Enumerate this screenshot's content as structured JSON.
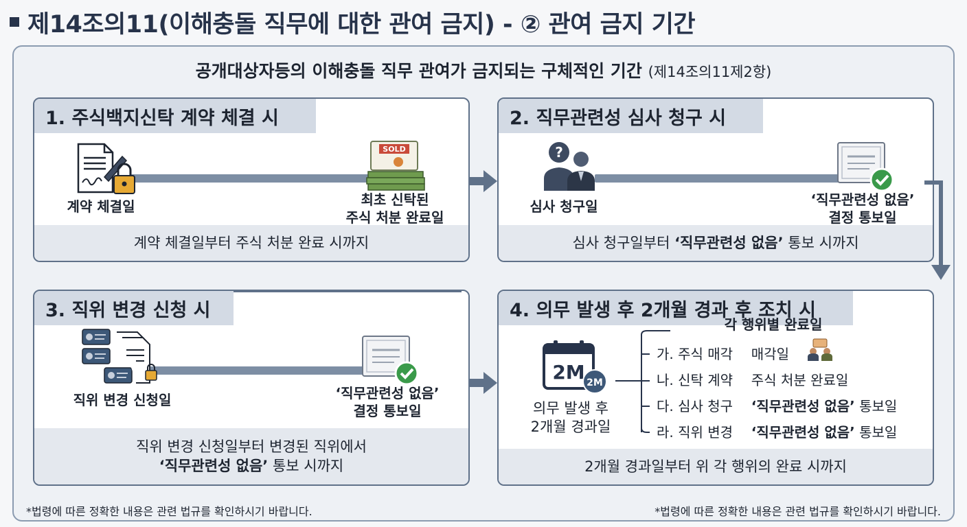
{
  "header": {
    "title": "제14조의11(이해충돌 직무에 대한 관여 금지) - ② 관여 금지 기간"
  },
  "main": {
    "subtitle": "공개대상자등의 이해충돌 직무 관여가 금지되는 구체적인 기간",
    "subtitle_ref": "(제14조의11제2항)"
  },
  "cards": [
    {
      "heading": "1. 주식백지신탁 계약 체결 시",
      "start_label": "계약 체결일",
      "end_label_1": "최초 신탁된",
      "end_label_2": "주식 처분 완료일",
      "start_icon": "contract-lock-icon",
      "end_icon": "sold-money-icon",
      "sold_text": "SOLD",
      "summary": "계약 체결일부터 주식 처분 완료 시까지"
    },
    {
      "heading": "2. 직무관련성 심사 청구 시",
      "start_label": "심사 청구일",
      "end_label_1": "‘직무관련성 없음’",
      "end_label_2": "결정 통보일",
      "start_icon": "question-people-icon",
      "end_icon": "certificate-check-icon",
      "question_mark": "?",
      "summary_pre": "심사 청구일부터 ",
      "summary_bold": "‘직무관련성 없음’",
      "summary_post": " 통보 시까지"
    },
    {
      "heading": "3. 직위 변경 신청 시",
      "start_label": "직위 변경 신청일",
      "end_label_1": "‘직무관련성 없음’",
      "end_label_2": "결정 통보일",
      "start_icon": "id-cards-documents-icon",
      "end_icon": "certificate-check-icon",
      "summary_line1": "직위 변경 신청일부터 변경된 직위에서",
      "summary_bold": "‘직무관련성 없음’",
      "summary_post": " 통보 시까지"
    },
    {
      "heading": "4. 의무 발생 후 2개월 경과 후 조치 시",
      "calendar_text": "2M",
      "badge_text": "2M",
      "start_label_1": "의무 발생 후",
      "start_label_2": "2개월 경과일",
      "list_title": "각 행위별 완료일",
      "items": [
        {
          "act": "가. 주식 매각",
          "date_pre": "매각일",
          "date_bold": "",
          "date_post": ""
        },
        {
          "act": "나. 신탁 계약",
          "date_pre": "주식 처분 완료일",
          "date_bold": "",
          "date_post": ""
        },
        {
          "act": "다. 심사 청구",
          "date_pre": "",
          "date_bold": "‘직무관련성 없음’",
          "date_post": " 통보일"
        },
        {
          "act": "라. 직위 변경",
          "date_pre": "",
          "date_bold": "‘직무관련성 없음’",
          "date_post": " 통보일"
        }
      ],
      "summary": "2개월 경과일부터 위 각 행위의 완료 시까지"
    }
  ],
  "footnotes": {
    "left": "*법령에 따른 정확한 내용은 관련 법규를 확인하시기 바랍니다.",
    "right": "*법령에 따른 정확한 내용은 관련 법규를 확인하시기 바랍니다."
  },
  "colors": {
    "navy": "#27334a",
    "slate": "#5f7189",
    "timeline": "#7d8ea4",
    "check_green": "#3a9a4a"
  }
}
